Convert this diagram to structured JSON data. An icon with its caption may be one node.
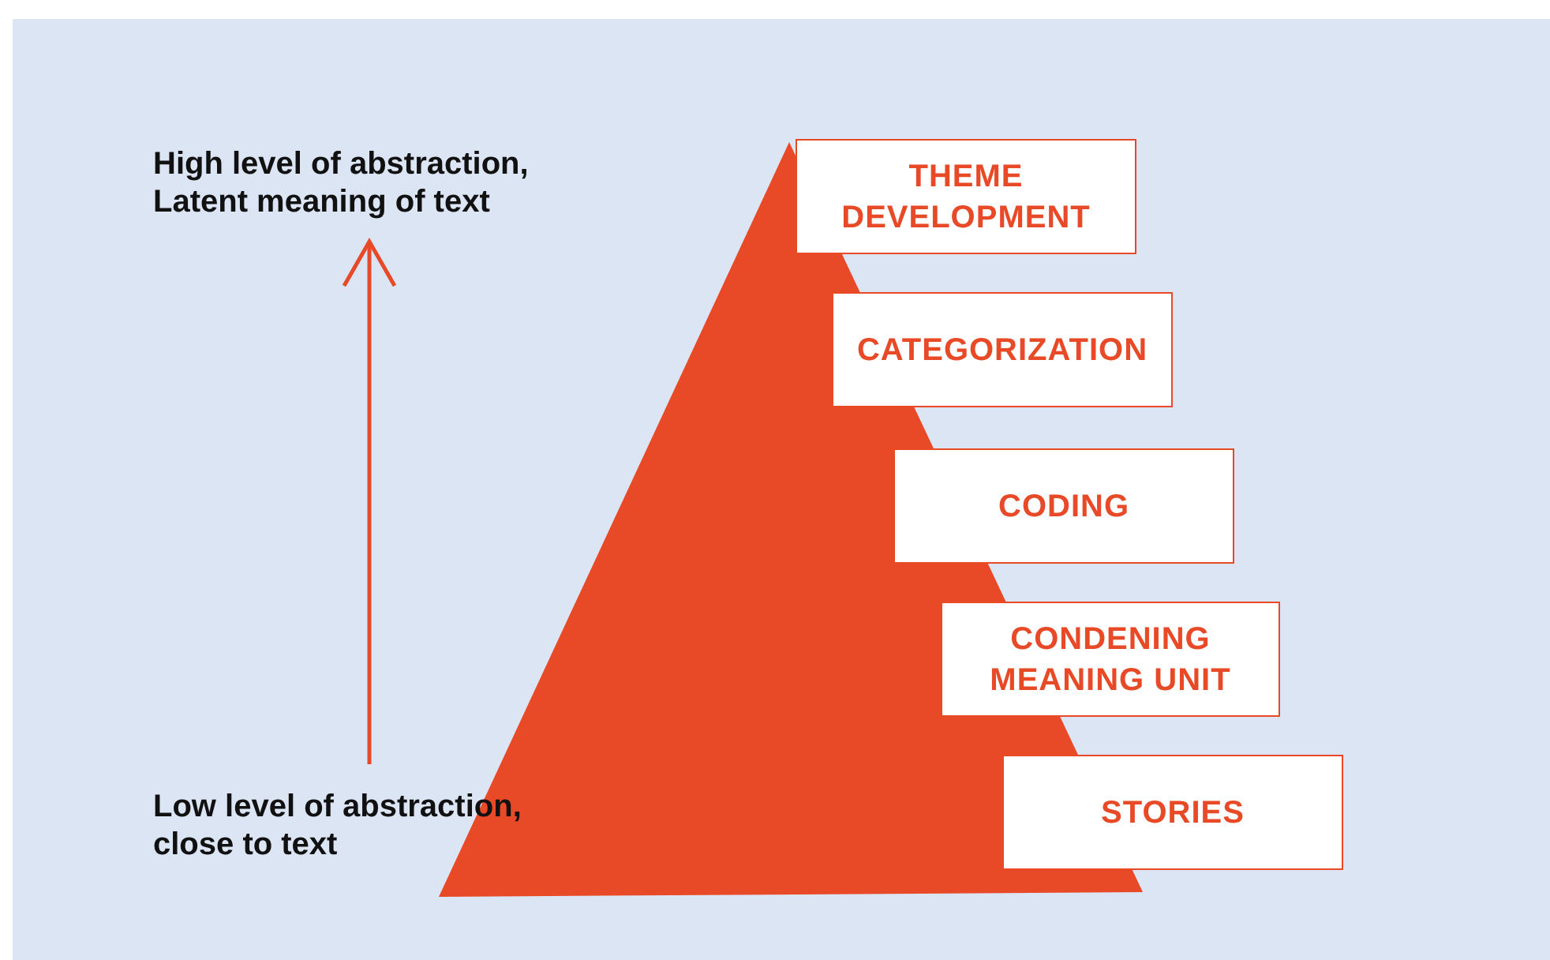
{
  "diagram": {
    "nodes": [
      {
        "text": [
          "THEME DEVELOPMENT"
        ]
      },
      {
        "text": [
          "CATEGORIZATION"
        ]
      },
      {
        "text": [
          "CODING"
        ]
      },
      {
        "text": [
          "CONDENING MEANING UNIT"
        ]
      },
      {
        "text": [
          "STORIES"
        ]
      }
    ],
    "labels": [
      "High level of abstraction, Latent meaning of text",
      "Low level of abstraction, close to text"
    ]
  }
}
